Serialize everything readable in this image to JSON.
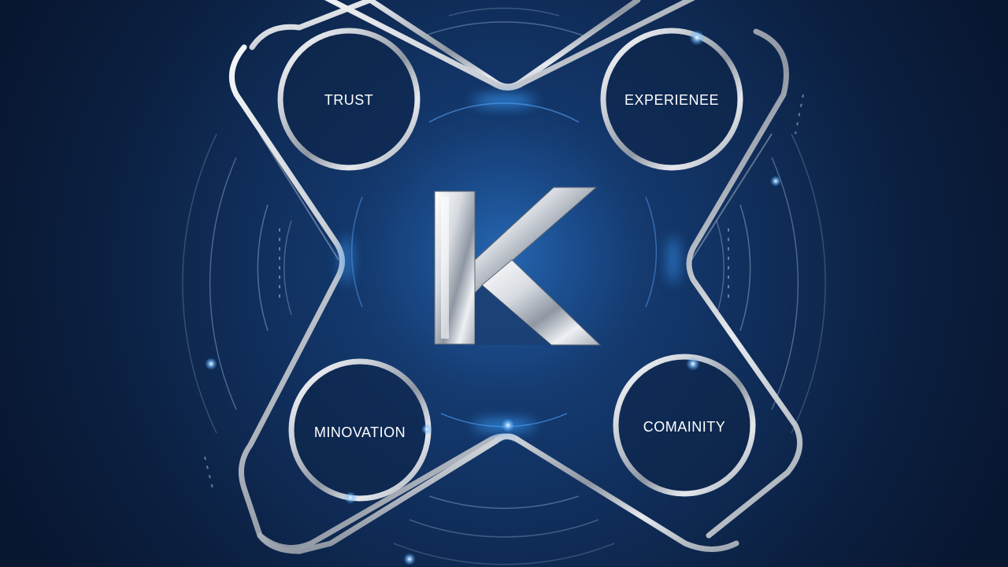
{
  "logo": {
    "letter": "K"
  },
  "pillars": [
    {
      "label": "TRUST"
    },
    {
      "label": "EXPERIENEE"
    },
    {
      "label": "MINOVATION"
    },
    {
      "label": "COMAINITY"
    }
  ],
  "colors": {
    "background_dark": "#0a1a33",
    "background_center": "#1b4a86",
    "glow": "#3aa0ff",
    "silver_light": "#f2f4f7",
    "silver_mid": "#b9c0ca",
    "silver_dark": "#6c7480"
  }
}
